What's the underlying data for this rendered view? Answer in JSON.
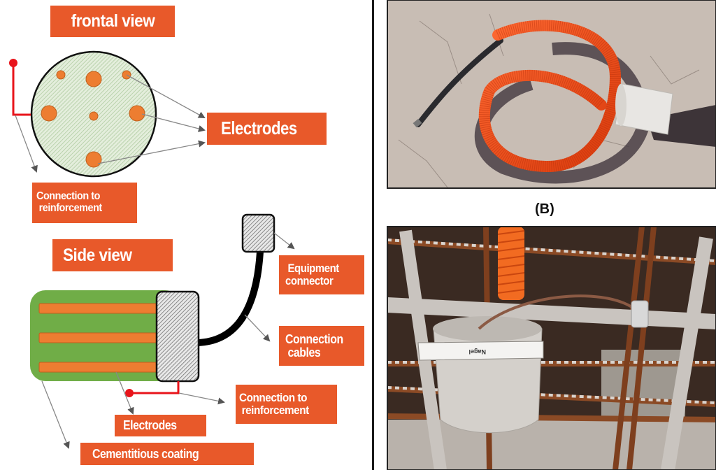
{
  "frontal_view": {
    "title": "frontal view",
    "electrodes_label": "Electrodes",
    "connection_label_line1": "Connection to",
    "connection_label_line2": "reinforcement"
  },
  "side_view": {
    "title": "Side view",
    "equipment_connector_line1": "Equipment",
    "equipment_connector_line2": "connector",
    "connection_cables_line1": "Connection",
    "connection_cables_line2": "cables",
    "connection_label_line1": "Connection to",
    "connection_label_line2": "reinforcement",
    "electrodes_label": "Electrodes",
    "coating_label": "Cementitious coating"
  },
  "photos": {
    "panel_b_caption": "(B)",
    "sensor_band_text": "Nagel"
  },
  "colors": {
    "label_bg": "#e8592a",
    "electrode": "#ed7d31",
    "coating_green": "#70ad47",
    "circle_fill": "#dce9d5",
    "reinforcement_red": "#e8141b",
    "conduit_orange": "#f04a1a"
  }
}
